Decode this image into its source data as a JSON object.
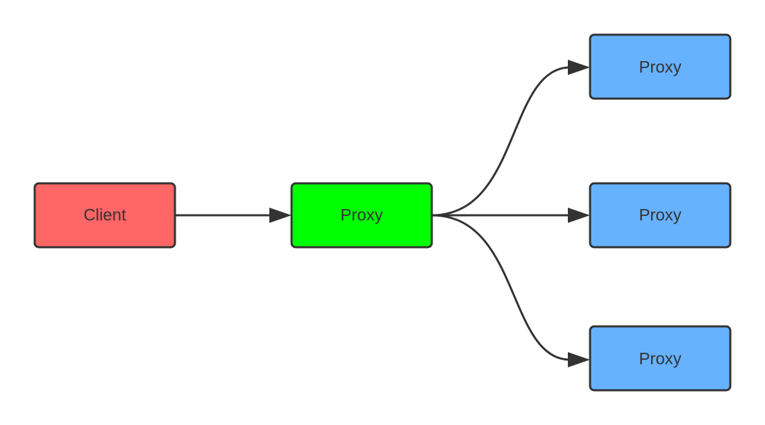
{
  "diagram": {
    "nodes": {
      "client": {
        "label": "Client",
        "fill": "#FF6666"
      },
      "proxy_main": {
        "label": "Proxy",
        "fill": "#00FF00"
      },
      "proxy_top": {
        "label": "Proxy",
        "fill": "#66B2FF"
      },
      "proxy_middle": {
        "label": "Proxy",
        "fill": "#66B2FF"
      },
      "proxy_bottom": {
        "label": "Proxy",
        "fill": "#66B2FF"
      }
    },
    "edges": [
      {
        "from": "client",
        "to": "proxy_main"
      },
      {
        "from": "proxy_main",
        "to": "proxy_top"
      },
      {
        "from": "proxy_main",
        "to": "proxy_middle"
      },
      {
        "from": "proxy_main",
        "to": "proxy_bottom"
      }
    ],
    "colors": {
      "stroke": "#333333",
      "text": "#333333"
    }
  }
}
